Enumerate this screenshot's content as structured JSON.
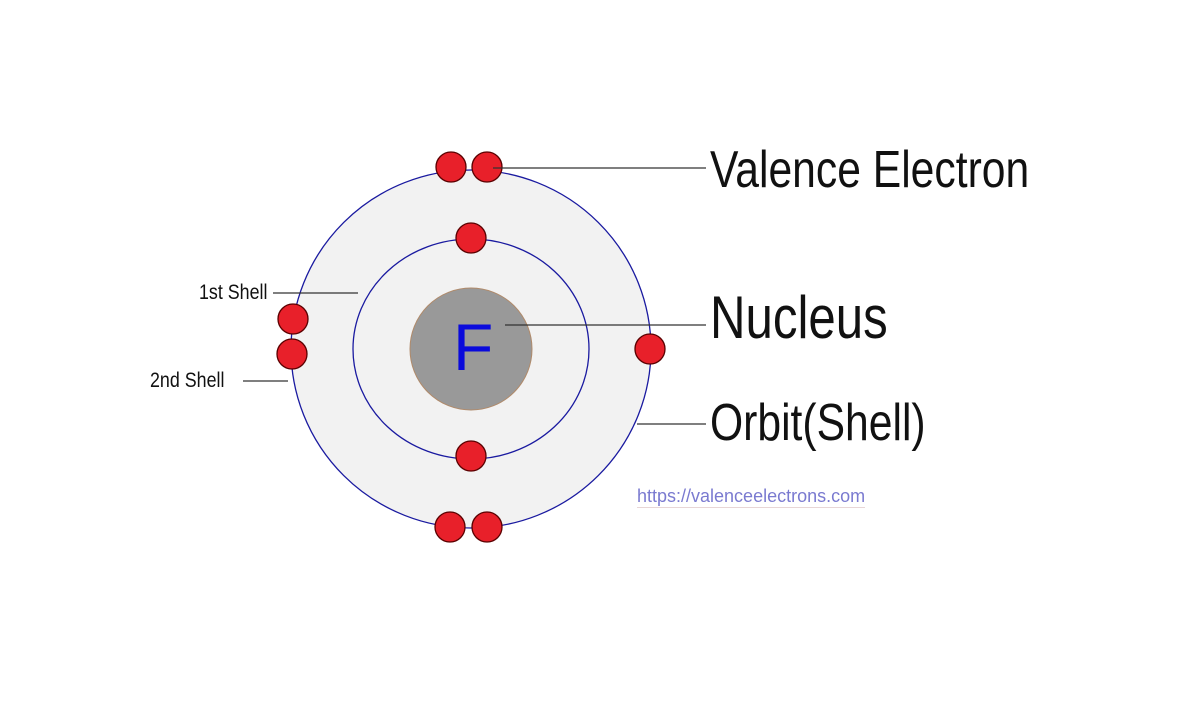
{
  "element_symbol": "F",
  "labels": {
    "valence_electron": "Valence Electron",
    "nucleus": "Nucleus",
    "orbit": "Orbit(Shell)",
    "first_shell": "1st Shell",
    "second_shell": "2nd Shell"
  },
  "url": "https://valenceelectrons.com",
  "electrons": {
    "first_shell": 2,
    "second_shell": 7
  },
  "colors": {
    "electron": "#e8202a",
    "orbit": "#1a1aa0",
    "nucleus": "#999999",
    "symbol": "#0a0adc",
    "shell_fill": "#f2f2f2"
  }
}
